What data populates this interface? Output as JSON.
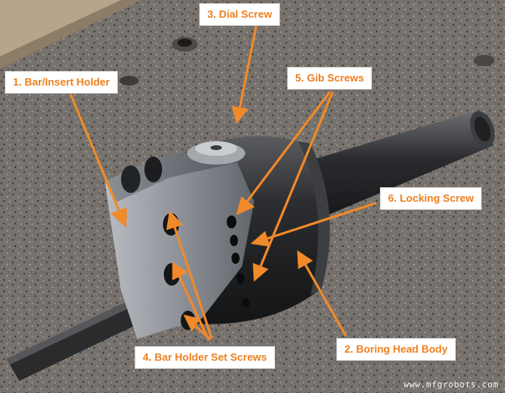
{
  "labels": {
    "bar_insert_holder": "1. Bar/Insert Holder",
    "boring_head_body": "2. Boring Head Body",
    "dial_screw": "3. Dial Screw",
    "bar_holder_set_screws": "4. Bar Holder Set Screws",
    "gib_screws": "5. Gib Screws",
    "locking_screw": "6. Locking Screw"
  },
  "watermark": "www.mfgrobots.com",
  "colors": {
    "label_text": "#ee7f1f",
    "arrow": "#f08a2a",
    "label_bg": "#ffffff"
  }
}
